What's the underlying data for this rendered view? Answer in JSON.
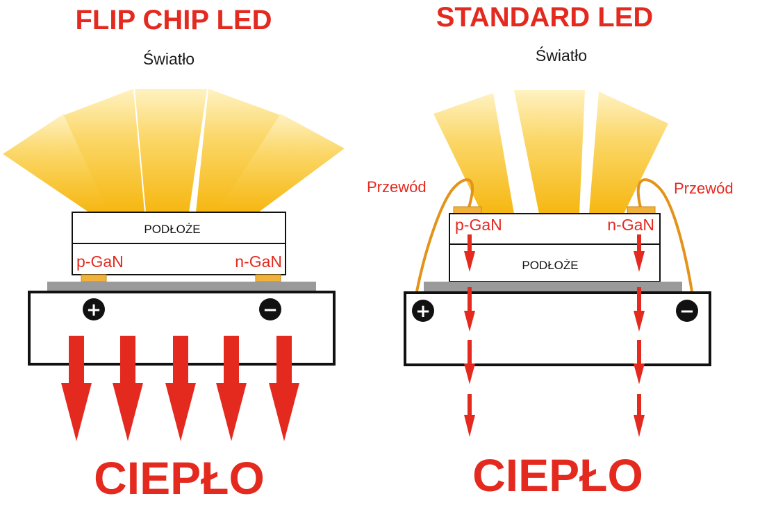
{
  "flip_chip": {
    "title": "FLIP CHIP LED",
    "light_label": "Światło",
    "substrate_label": "PODŁOŻE",
    "p_label": "p-GaN",
    "n_label": "n-GaN",
    "plus_sign": "+",
    "minus_sign": "−",
    "heat_label": "CIEPŁO"
  },
  "standard": {
    "title": "STANDARD LED",
    "light_label": "Światło",
    "wire_left_label": "Przewód",
    "wire_right_label": "Przewód",
    "p_label": "p-GaN",
    "n_label": "n-GaN",
    "substrate_label": "PODŁOŻE",
    "plus_sign": "+",
    "minus_sign": "−",
    "heat_label": "CIEPŁO"
  },
  "colors": {
    "accent_red": "#e4291f",
    "light_yellow": "#f7c21d",
    "pad_gold": "#f0b23a",
    "wire_orange": "#e3931a",
    "base_gray": "#9a9a9a",
    "outline": "#111111"
  }
}
